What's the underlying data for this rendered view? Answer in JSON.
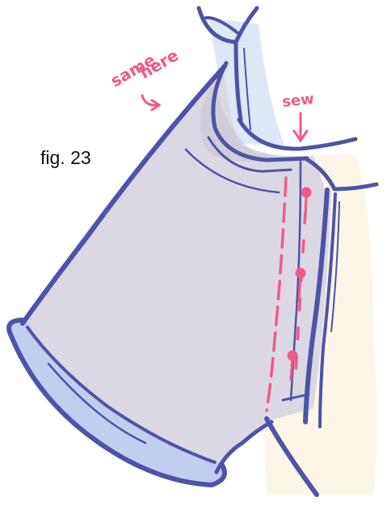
{
  "figure": {
    "label": "fig. 23"
  },
  "annotations": {
    "same_here_line1": "same",
    "same_here_line2": "here",
    "sew": "sew"
  },
  "colors": {
    "outline": "#4d53a8",
    "body_fill": "#dcd8e3",
    "cuff_fill": "#c3cdee",
    "back_fill": "#fbf6e8",
    "strap_fill": "#dde7f6",
    "stitch": "#ef5b86"
  },
  "icons": [
    "arrow-icon",
    "pin-icon"
  ]
}
